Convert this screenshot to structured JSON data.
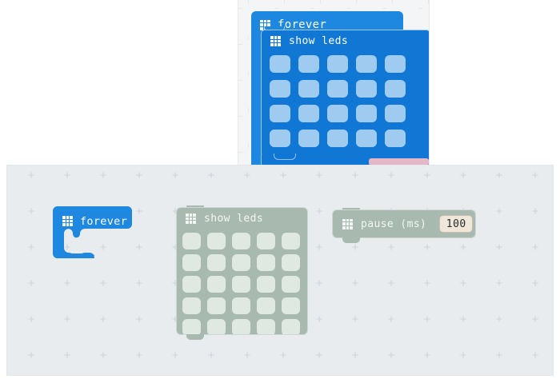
{
  "preview": {
    "forever": {
      "label": "forever",
      "icon": "grid-icon",
      "color": "#1e88e0"
    },
    "show_leds": {
      "label": "show leds",
      "icon": "grid-icon",
      "color": "#1077d4",
      "led_color": "#9ecbef",
      "rows": 5,
      "cols": 5
    },
    "accent_chip_color": "#e5b7c6"
  },
  "workspace": {
    "background": "#e9ecef",
    "blocks": [
      {
        "name": "forever",
        "label": "forever",
        "icon": "grid-icon",
        "color": "#1e88e0",
        "state": "active"
      },
      {
        "name": "show-leds",
        "label": "show leds",
        "icon": "grid-icon",
        "color": "#a8bab0",
        "led_color": "#dfe9e2",
        "rows": 5,
        "cols": 5,
        "state": "disabled"
      },
      {
        "name": "pause",
        "label": "pause (ms)",
        "icon": "grid-icon",
        "color": "#a8bab0",
        "value": "100",
        "value_field_color": "#efe7d9",
        "state": "disabled"
      }
    ]
  }
}
